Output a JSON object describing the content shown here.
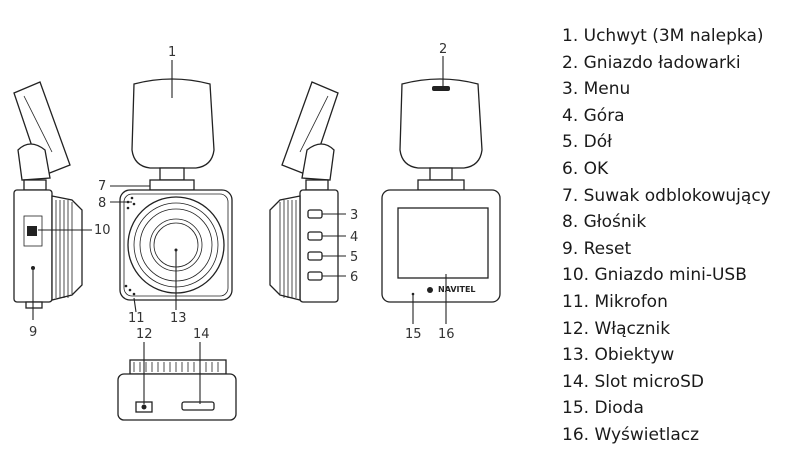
{
  "callouts": [
    "1",
    "2",
    "3",
    "4",
    "5",
    "6",
    "7",
    "8",
    "9",
    "10",
    "11",
    "12",
    "13",
    "14",
    "15",
    "16"
  ],
  "brand": "NAVITEL",
  "legend": [
    "1. Uchwyt (3M nalepka)",
    "2. Gniazdo ładowarki",
    "3. Menu",
    "4. Góra",
    "5. Dół",
    "6. OK",
    "7. Suwak odblokowujący",
    "8. Głośnik",
    "9. Reset",
    "10. Gniazdo mini-USB",
    "11. Mikrofon",
    "12. Włącznik",
    "13. Obiektyw",
    "14. Slot microSD",
    "15. Dioda",
    "16. Wyświetlacz"
  ]
}
